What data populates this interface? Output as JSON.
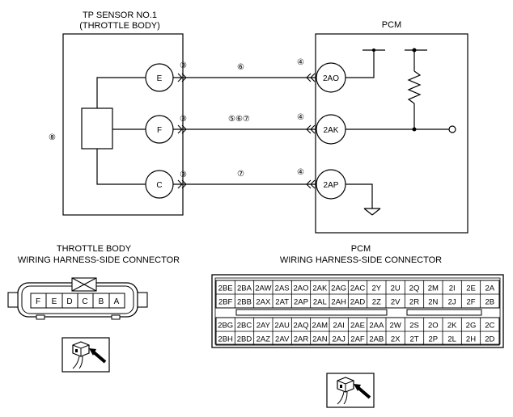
{
  "tp_sensor": {
    "title_line1": "TP SENSOR NO.1",
    "title_line2": "(THROTTLE BODY)"
  },
  "pcm": {
    "title": "PCM"
  },
  "sensor_pins": [
    "E",
    "F",
    "C"
  ],
  "pcm_pins": [
    "2AO",
    "2AK",
    "2AP"
  ],
  "markers": {
    "sensor_side": [
      "③",
      "③",
      "③"
    ],
    "pcm_side": [
      "④",
      "④",
      "④"
    ],
    "wire_e": "⑥",
    "wire_f": "⑤⑥⑦",
    "wire_c": "⑦",
    "body": "⑧"
  },
  "throttle_connector": {
    "title_line1": "THROTTLE BODY",
    "title_line2": "WIRING HARNESS-SIDE CONNECTOR",
    "terminals": [
      "F",
      "E",
      "D",
      "C",
      "B",
      "A"
    ]
  },
  "pcm_connector": {
    "title_line1": "PCM",
    "title_line2": "WIRING HARNESS-SIDE CONNECTOR",
    "top_rows": [
      [
        "2BE",
        "2BA",
        "2AW",
        "2AS",
        "2AO",
        "2AK",
        "2AG",
        "2AC",
        "2Y",
        "2U",
        "2Q",
        "2M",
        "2I",
        "2E",
        "2A"
      ],
      [
        "2BF",
        "2BB",
        "2AX",
        "2AT",
        "2AP",
        "2AL",
        "2AH",
        "2AD",
        "2Z",
        "2V",
        "2R",
        "2N",
        "2J",
        "2F",
        "2B"
      ]
    ],
    "bottom_rows": [
      [
        "2BG",
        "2BC",
        "2AY",
        "2AU",
        "2AQ",
        "2AM",
        "2AI",
        "2AE",
        "2AA",
        "2W",
        "2S",
        "2O",
        "2K",
        "2G",
        "2C"
      ],
      [
        "2BH",
        "2BD",
        "2AZ",
        "2AV",
        "2AR",
        "2AN",
        "2AJ",
        "2AF",
        "2AB",
        "2X",
        "2T",
        "2P",
        "2L",
        "2H",
        "2D"
      ]
    ]
  }
}
